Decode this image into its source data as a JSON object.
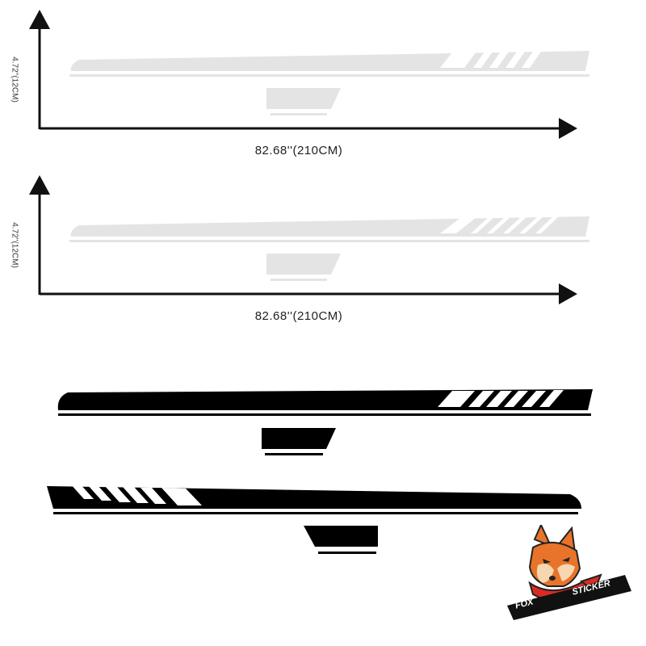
{
  "diagrams": [
    {
      "height_label": "4.72''(12CM)",
      "width_label": "82.68''(210CM)"
    },
    {
      "height_label": "4.72''(12CM)",
      "width_label": "82.68''(210CM)"
    }
  ],
  "colors": {
    "stripe_preview": "#e4e4e4",
    "stripe_product": "#000000",
    "axis": "#111111",
    "brand_orange": "#e8742a",
    "brand_red": "#d92b24"
  },
  "brand": {
    "word1": "FOX",
    "word2": "STICKER",
    "mascot": "fox-head-icon"
  }
}
